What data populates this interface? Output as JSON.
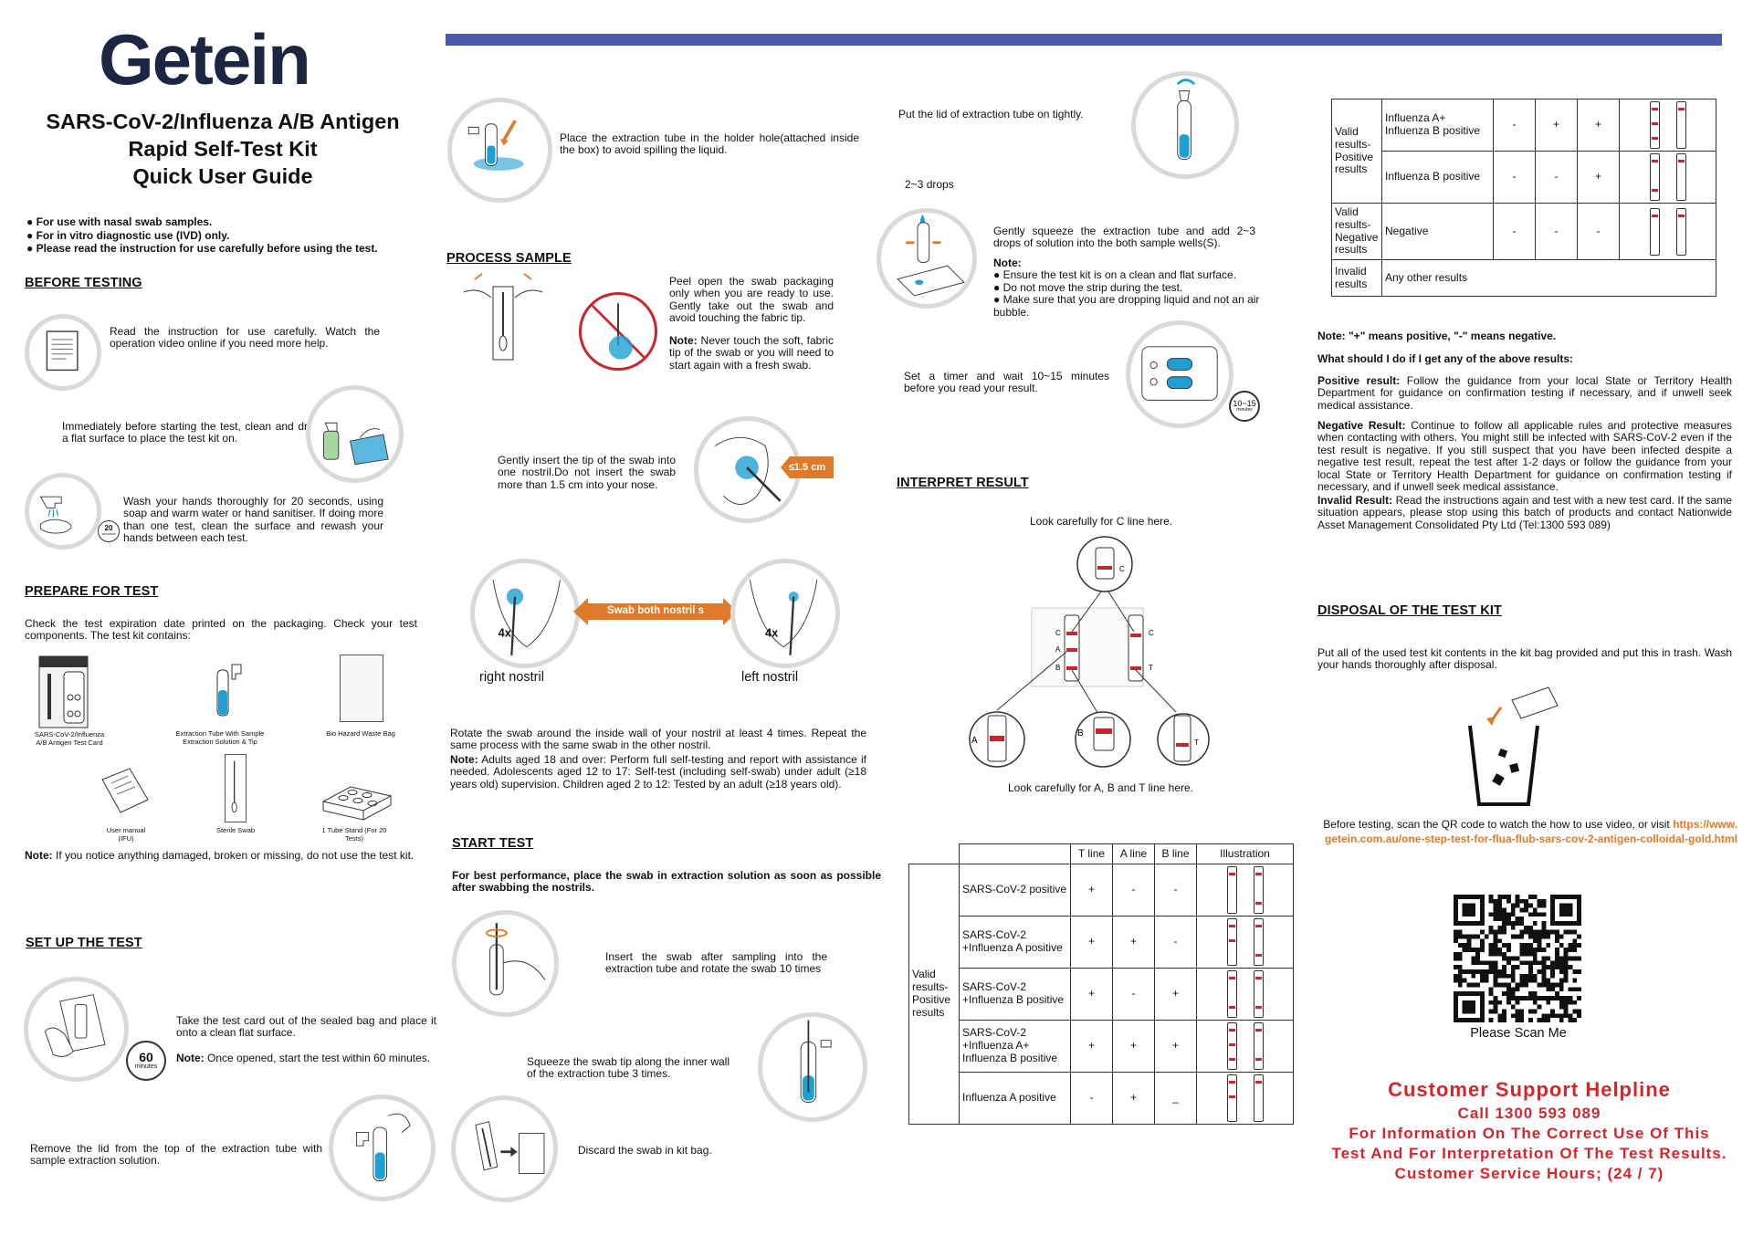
{
  "brand": {
    "logo": "Getein",
    "title": [
      "SARS-CoV-2/Influenza A/B Antigen",
      "Rapid Self-Test Kit",
      "Quick User Guide"
    ]
  },
  "colors": {
    "accent_bar": "#4a5aa8",
    "red": "#c8262c",
    "orange": "#e07a2b",
    "blue": "#1fa0d2"
  },
  "intro": [
    "● For use with nasal swab samples.",
    "● For in vitro diagnostic use (IVD) only.",
    "● Please read the instruction for use carefully before using the test."
  ],
  "before": {
    "heading": "BEFORE TESTING",
    "read": "Read the instruction for use carefully. Watch the operation video online if you need more help.",
    "clean": "Immediately before starting the test, clean and dry a flat surface to place the test kit on.",
    "wash": "Wash your hands thoroughly for 20 seconds, using soap and warm water or hand sanitiser. If doing more than one test, clean the surface and rewash your hands between each test.",
    "timer_num": "20",
    "timer_unit": "seconds"
  },
  "prepare": {
    "heading": "PREPARE FOR TEST",
    "text": "Check the test expiration date printed on the packaging. Check your test components. The test kit contains:",
    "items": [
      "SARS-CoV-2/Influenza A/B Antigen Test Card",
      "Extraction Tube With Sample Extraction Solution & Tip",
      "Bio Hazard Waste Bag",
      "User manual (IFU)",
      "Sterile Swab",
      "1 Tube Stand (For 20 Tests)"
    ],
    "note_label": "Note:",
    "note": " If you notice anything damaged, broken or missing, do not use the test kit."
  },
  "setup": {
    "heading": "SET UP THE TEST",
    "card": "Take the test card out of the sealed bag and place it onto a clean flat surface.",
    "note_label": "Note:",
    "note": " Once opened, start the test within 60 minutes.",
    "timer_num": "60",
    "timer_unit": "minutes",
    "lid": "Remove the lid from the top of the extraction tube with sample extraction solution."
  },
  "col2": {
    "holder": "Place the extraction tube in the holder hole(attached inside the box) to avoid spilling the liquid.",
    "process_heading": "PROCESS SAMPLE",
    "peel": "Peel open the swab packaging only when you are ready to use. Gently take out the swab and avoid touching the fabric tip.",
    "peel_note_label": "Note:",
    "peel_note": " Never touch the soft, fabric tip of the swab or you will need to start again with a fresh swab.",
    "insert": "Gently insert the tip of the swab into one nostril.Do not insert the swab more than 1.5 cm into your nose.",
    "depth": "≤1.5 cm",
    "swab_both": "Swab both nostril s",
    "times": "4x",
    "right": "right nostril",
    "left": "left nostril",
    "rotate": "Rotate the swab around the inside wall of your nostril at least 4 times. Repeat the same process with the same swab in the other nostril.",
    "adult_note_label": "Note:",
    "adult_note": " Adults aged 18 and over: Perform full self-testing and report with assistance if needed. Adolescents aged 12 to 17: Self-test (including self-swab) under adult (≥18 years old) supervision. Children aged 2 to 12: Tested by an adult (≥18 years old).",
    "start_heading": "START TEST",
    "best": "For best performance, place the swab in extraction solution as soon as possible after swabbing the nostrils.",
    "rotate10": "Insert the swab after sampling into the extraction tube and rotate the swab 10 times",
    "squeeze3": "Squeeze the swab tip along the inner wall of the extraction tube 3 times.",
    "discard": "Discard the swab in kit bag."
  },
  "col3": {
    "lid": "Put the lid of extraction tube on tightly.",
    "drops_label": "2~3 drops",
    "squeeze": "Gently squeeze the extraction tube and add 2~3 drops of solution into the both sample wells(S).",
    "note_label": "Note:",
    "notes": [
      "● Ensure the test kit is on a clean and flat surface.",
      "● Do not move the strip during the test.",
      "● Make sure that you are dropping liquid and not an air bubble."
    ],
    "timer": "Set a timer and wait 10~15 minutes before you read your result.",
    "timer_num": "10~15",
    "timer_unit": "minutes",
    "interpret_heading": "INTERPRET RESULT",
    "look_c": "Look carefully for C line here.",
    "look_abt": "Look carefully for A, B and T line here.",
    "letters": {
      "c": "C",
      "a": "A",
      "b": "B",
      "t": "T"
    }
  },
  "table1": {
    "headers": [
      "T line",
      "A line",
      "B line",
      "Illustration"
    ],
    "group": "Valid results- Positive results",
    "rows": [
      {
        "name": "SARS-CoV-2 positive",
        "t": "+",
        "a": "-",
        "b": "-"
      },
      {
        "name": "SARS-CoV-2 +Influenza A positive",
        "t": "+",
        "a": "+",
        "b": "-"
      },
      {
        "name": "SARS-CoV-2 +Influenza B positive",
        "t": "+",
        "a": "-",
        "b": "+"
      },
      {
        "name": "SARS-CoV-2 +Influenza A+ Influenza B positive",
        "t": "+",
        "a": "+",
        "b": "+"
      },
      {
        "name": "Influenza A positive",
        "t": "-",
        "a": "+",
        "b": "_"
      }
    ]
  },
  "table2": {
    "rows": [
      {
        "group": "Valid results- Positive results",
        "name": "Influenza A+ Influenza B positive",
        "t": "-",
        "a": "+",
        "b": "+"
      },
      {
        "name": "Influenza B positive",
        "t": "-",
        "a": "-",
        "b": "+"
      },
      {
        "group": "Valid results- Negative results",
        "name": "Negative",
        "t": "-",
        "a": "-",
        "b": "-"
      },
      {
        "group": "Invalid results",
        "name": "Any other results"
      }
    ]
  },
  "col4": {
    "plus_minus": "Note: \"+\" means positive, \"-\" means negative.",
    "what": "What should I do if I get any of the above results:",
    "pos_label": "Positive result:",
    "pos": " Follow the guidance from your local State or Territory Health Department for guidance on confirmation testing if necessary, and if unwell seek medical assistance.",
    "neg_label": "Negative Result:",
    "neg": " Continue to follow all applicable rules and protective measures when contacting with others. You might still be infected with SARS-CoV-2 even if the test result is negative. If you still suspect that you have been infected despite a negative test result, repeat the test after 1-2 days or follow the guidance from your local State or Territory Health Department for guidance on confirmation testing if necessary, and if unwell seek medical assistance.",
    "inv_label": "Invalid Result:",
    "inv": " Read the instructions again and test with a new test card. If the same situation appears, please stop using this batch of products and contact Nationwide Asset Management Consolidated Pty Ltd  (Tel:1300 593 089)",
    "disposal_heading": "DISPOSAL OF THE TEST KIT",
    "disposal": "Put all of the used test kit contents in the kit bag provided and put this in trash. Wash your hands thoroughly after disposal.",
    "before_test": "Before testing, scan the QR code to watch the how to use video, or visit ",
    "url": "https://www.getein.com.au/one-step-test-for-flua-flub-sars-cov-2-antigen-colloidal-gold.html",
    "scan": "Please Scan Me",
    "support": [
      "Customer Support Helpline",
      "Call 1300 593 089",
      "For Information On The Correct Use Of This",
      "Test And For Interpretation Of The Test Results.",
      "Customer Service Hours; (24 / 7)"
    ]
  }
}
